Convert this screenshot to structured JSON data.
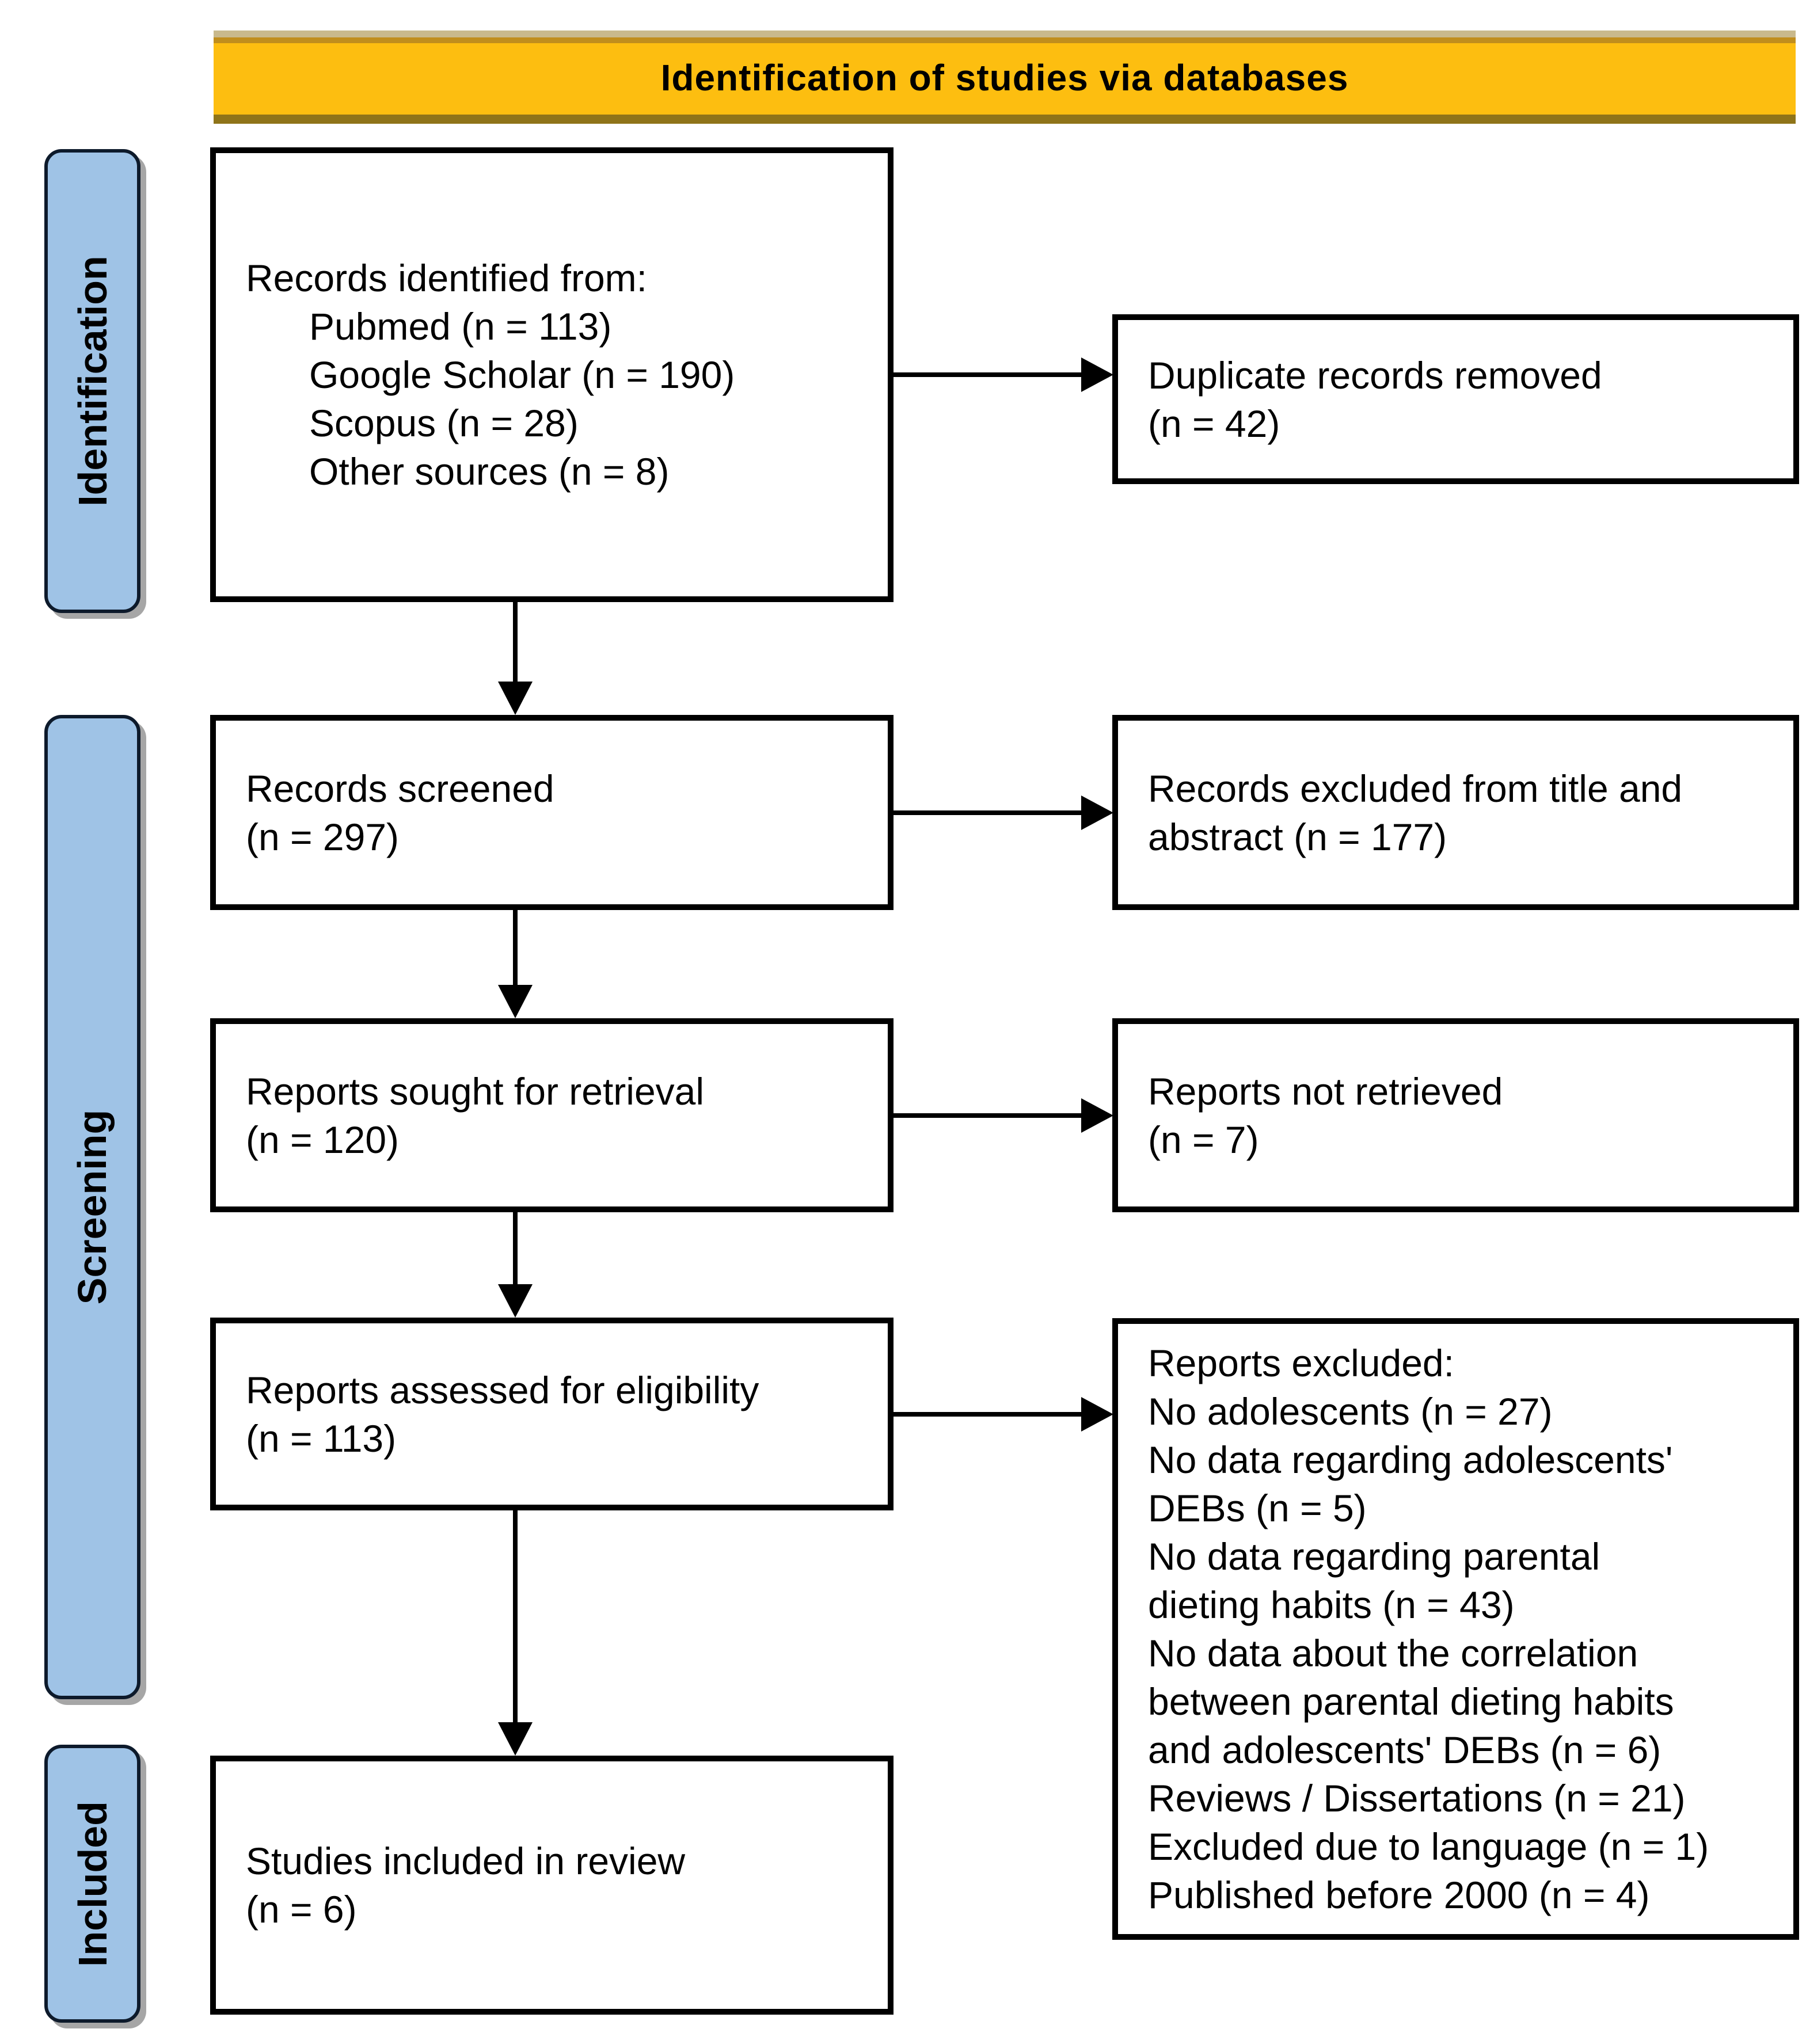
{
  "header": {
    "title": "Identification of studies via databases"
  },
  "sidebar": {
    "identification": "Identification",
    "screening": "Screening",
    "included": "Included"
  },
  "boxes": {
    "records_identified": "Records identified from:\n      Pubmed (n = 113)\n      Google Scholar (n = 190)\n      Scopus (n = 28)\n      Other sources (n = 8)",
    "duplicates_removed": "Duplicate records removed\n(n = 42)",
    "records_screened": "Records screened\n(n = 297)",
    "records_excluded": "Records excluded from title and\nabstract (n = 177)",
    "reports_sought": "Reports sought for retrieval\n(n = 120)",
    "reports_not_retrieved": "Reports not retrieved\n(n = 7)",
    "reports_assessed": "Reports assessed for eligibility\n(n = 113)",
    "reports_excluded": "Reports excluded:\nNo adolescents (n = 27)\nNo data regarding adolescents'\nDEBs (n = 5)\nNo data regarding parental\ndieting habits (n = 43)\nNo data about the correlation\nbetween parental dieting habits\nand adolescents' DEBs (n = 6)\nReviews / Dissertations (n = 21)\nExcluded due to language (n = 1)\nPublished before 2000 (n = 4)",
    "studies_included": "Studies included in review\n(n = 6)"
  },
  "colors": {
    "banner_bg": "#FDBE10",
    "banner_edge_top": "#C9B98C",
    "banner_edge_bottom": "#8F7419",
    "stage_bg": "#9FC3E6",
    "stage_border": "#0D1A2B",
    "box_border": "#000000",
    "shadow": "#A6A6A6",
    "arrow": "#000000"
  }
}
